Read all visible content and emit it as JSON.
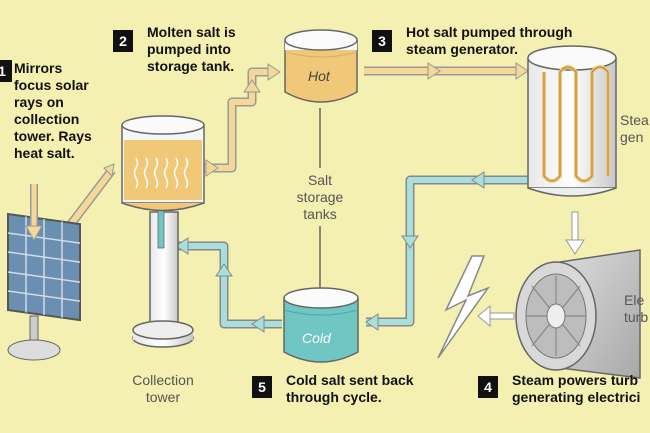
{
  "steps": [
    {
      "num": "1",
      "text": "Mirrors\nfocus solar\nrays on\ncollection\ntower. Rays\nheat salt."
    },
    {
      "num": "2",
      "text": "Molten salt is\npumped into\nstorage tank."
    },
    {
      "num": "3",
      "text": "Hot salt pumped through\nsteam generator."
    },
    {
      "num": "4",
      "text": "Steam powers turb\ngenerating electrici"
    },
    {
      "num": "5",
      "text": "Cold salt sent back\nthrough cycle."
    }
  ],
  "labels": {
    "salt_storage_tanks": "Salt\nstorage\ntanks",
    "hot_tank": "Hot",
    "cold_tank": "Cold",
    "collection_tower": "Collection\ntower",
    "steam_generator": "Stea\ngen",
    "electric_turbine": "Ele\nturb"
  },
  "colors": {
    "background": "#f4f0b2",
    "hot_salt": "#f0c878",
    "cold_salt": "#6fc6c3",
    "hot_arrow": "#efc06e",
    "cold_arrow": "#78c9c7",
    "outline": "#666666",
    "number_box": "#111111"
  }
}
